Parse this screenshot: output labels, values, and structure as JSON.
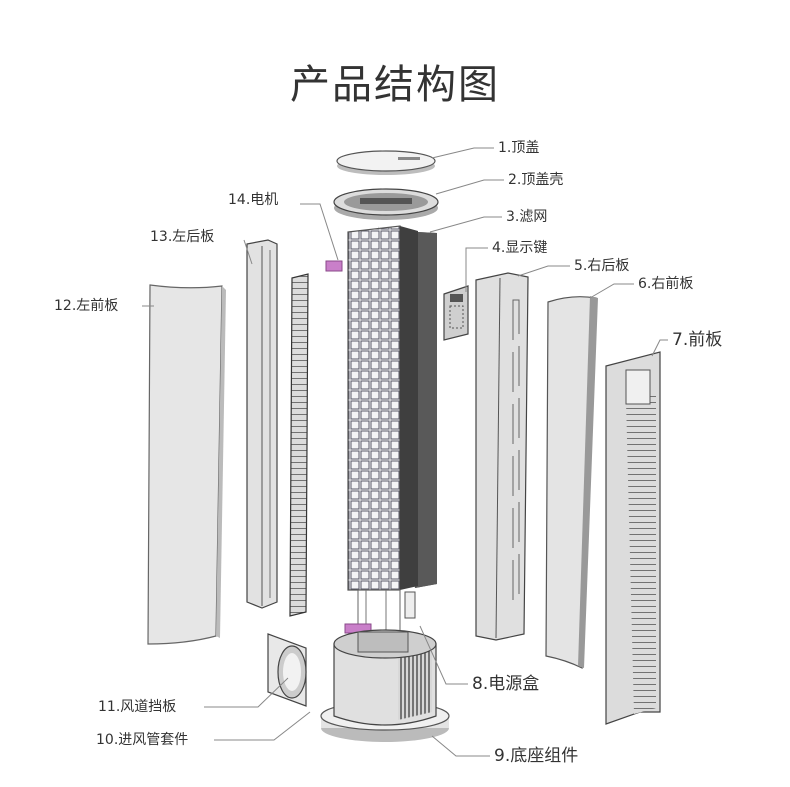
{
  "title": "产品结构图",
  "labels": {
    "l1": "1.顶盖",
    "l2": "2.顶盖壳",
    "l3": "3.滤网",
    "l4": "4.显示键",
    "l5": "5.右后板",
    "l6": "6.右前板",
    "l7": "7.前板",
    "l8": "8.电源盒",
    "l9": "9.底座组件",
    "l10": "10.进风管套件",
    "l11": "11.风道挡板",
    "l12": "12.左前板",
    "l13": "13.左后板",
    "l14": "14.电机"
  },
  "colors": {
    "line": "#888888",
    "panel": "#e6e6e6",
    "dark": "#4a4a4a",
    "grid": "#5a5a68",
    "motor": "#c97fc9"
  }
}
